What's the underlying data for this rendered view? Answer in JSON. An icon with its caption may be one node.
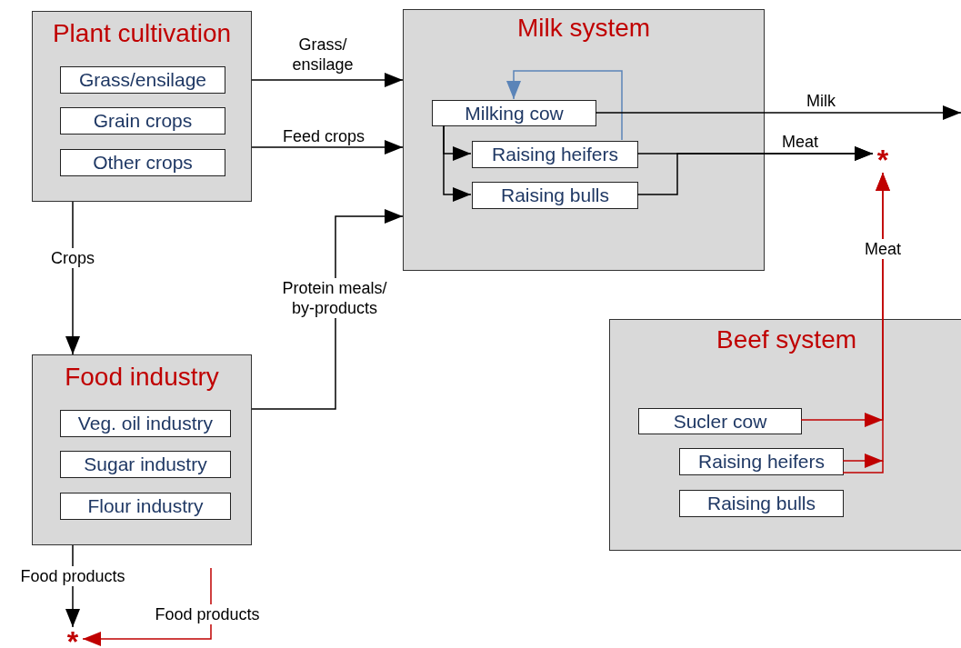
{
  "diagram": {
    "nodes": [
      {
        "text": [
          "Plant cultivation"
        ]
      },
      {
        "text": [
          "Grass/ensilage"
        ],
        "in": 0
      },
      {
        "text": [
          "Grain crops"
        ],
        "in": 0
      },
      {
        "text": [
          "Other crops"
        ],
        "in": 0
      },
      {
        "text": [
          "Milk system"
        ]
      },
      {
        "text": [
          "Milking cow"
        ],
        "in": 4
      },
      {
        "text": [
          "Raising heifers"
        ],
        "in": 4
      },
      {
        "text": [
          "Raising bulls"
        ],
        "in": 4
      },
      {
        "text": [
          "Food industry"
        ]
      },
      {
        "text": [
          "Veg. oil industry"
        ],
        "in": 8
      },
      {
        "text": [
          "Sugar industry"
        ],
        "in": 8
      },
      {
        "text": [
          "Flour industry"
        ],
        "in": 8
      },
      {
        "text": [
          "Beef system"
        ]
      },
      {
        "text": [
          "Sucler cow"
        ],
        "in": 12
      },
      {
        "text": [
          "Raising heifers"
        ],
        "in": 12
      },
      {
        "text": [
          "Raising bulls"
        ],
        "in": 12
      },
      {
        "text": [
          "*"
        ]
      },
      {
        "text": [
          "*"
        ]
      }
    ],
    "edges": [
      {
        "from": 0,
        "to": 4,
        "arrow": "to",
        "label": "Grass/ ensilage"
      },
      {
        "from": 0,
        "to": 4,
        "arrow": "to",
        "label": "Feed crops"
      },
      {
        "from": 8,
        "to": 4,
        "arrow": "to",
        "label": "Protein meals/ by-products"
      },
      {
        "from": 0,
        "to": 8,
        "arrow": "to",
        "label": "Crops"
      },
      {
        "from": 5,
        "to": 6,
        "arrow": "to"
      },
      {
        "from": 5,
        "to": 7,
        "arrow": "to"
      },
      {
        "from": 6,
        "to": 5,
        "arrow": "to",
        "color": "#5b84b8"
      },
      {
        "from": 5,
        "to": null,
        "arrow": "to",
        "label": "Milk"
      },
      {
        "from": 6,
        "to": 16,
        "arrow": "to",
        "label": "Meat"
      },
      {
        "from": 7,
        "to": 16,
        "arrow": "to"
      },
      {
        "from": 13,
        "to": 16,
        "arrow": "to",
        "color": "#c00000",
        "label": "Meat"
      },
      {
        "from": 14,
        "to": 16,
        "arrow": "to",
        "color": "#c00000"
      },
      {
        "from": 8,
        "to": 17,
        "arrow": "to",
        "label": "Food products"
      },
      {
        "from": null,
        "to": 17,
        "arrow": "to",
        "color": "#c00000",
        "label": "Food products"
      }
    ]
  }
}
